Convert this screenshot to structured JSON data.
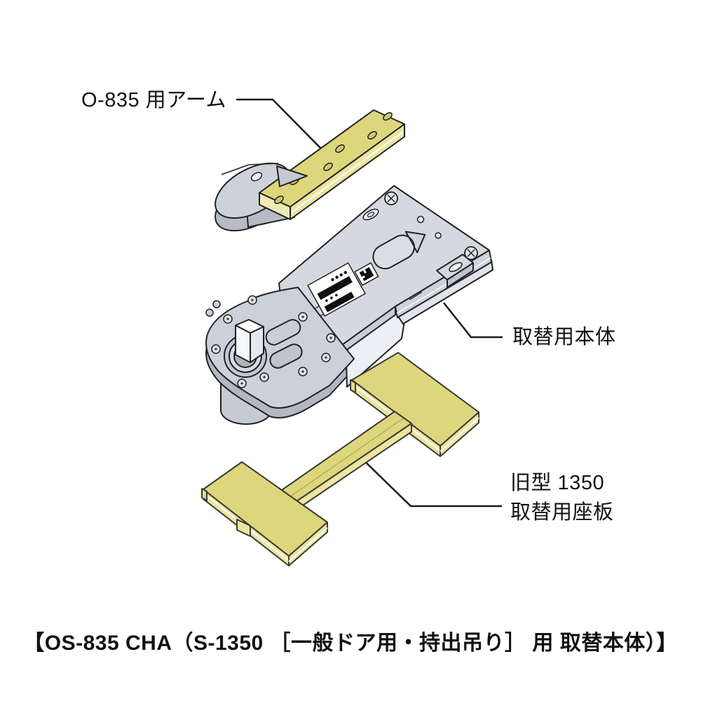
{
  "figure": {
    "type": "exploded-parts-diagram",
    "labels": {
      "arm": "O-835 用アーム",
      "body": "取替用本体",
      "base_plate_line1": "旧型 1350",
      "base_plate_line2": "取替用座板"
    },
    "caption": "【OS-835 CHA（S-1350 ［一般ドア用・持出吊り］ 用 取替本体）】",
    "parts": [
      {
        "id": "arm",
        "label": "O-835 用アーム",
        "description": "arm unit: gray pivot head with yellow slotted bar"
      },
      {
        "id": "body",
        "label": "取替用本体",
        "description": "replacement door-closer main body, isometric view"
      },
      {
        "id": "base_plate",
        "label": "旧型 1350 取替用座板",
        "description": "old-model 1350 replacement seat plate, yellow H-shaped plate"
      }
    ],
    "colors": {
      "background": "#ffffff",
      "outline": "#222222",
      "text": "#111111",
      "gray_top": "#d2d6de",
      "gray_mid": "#c6cad3",
      "gray_dark": "#b4b9c4",
      "gray_light": "#edeff4",
      "yellow_top": "#ddd67c",
      "yellow_side": "#ece5a0",
      "sticker_black": "#111111"
    }
  }
}
